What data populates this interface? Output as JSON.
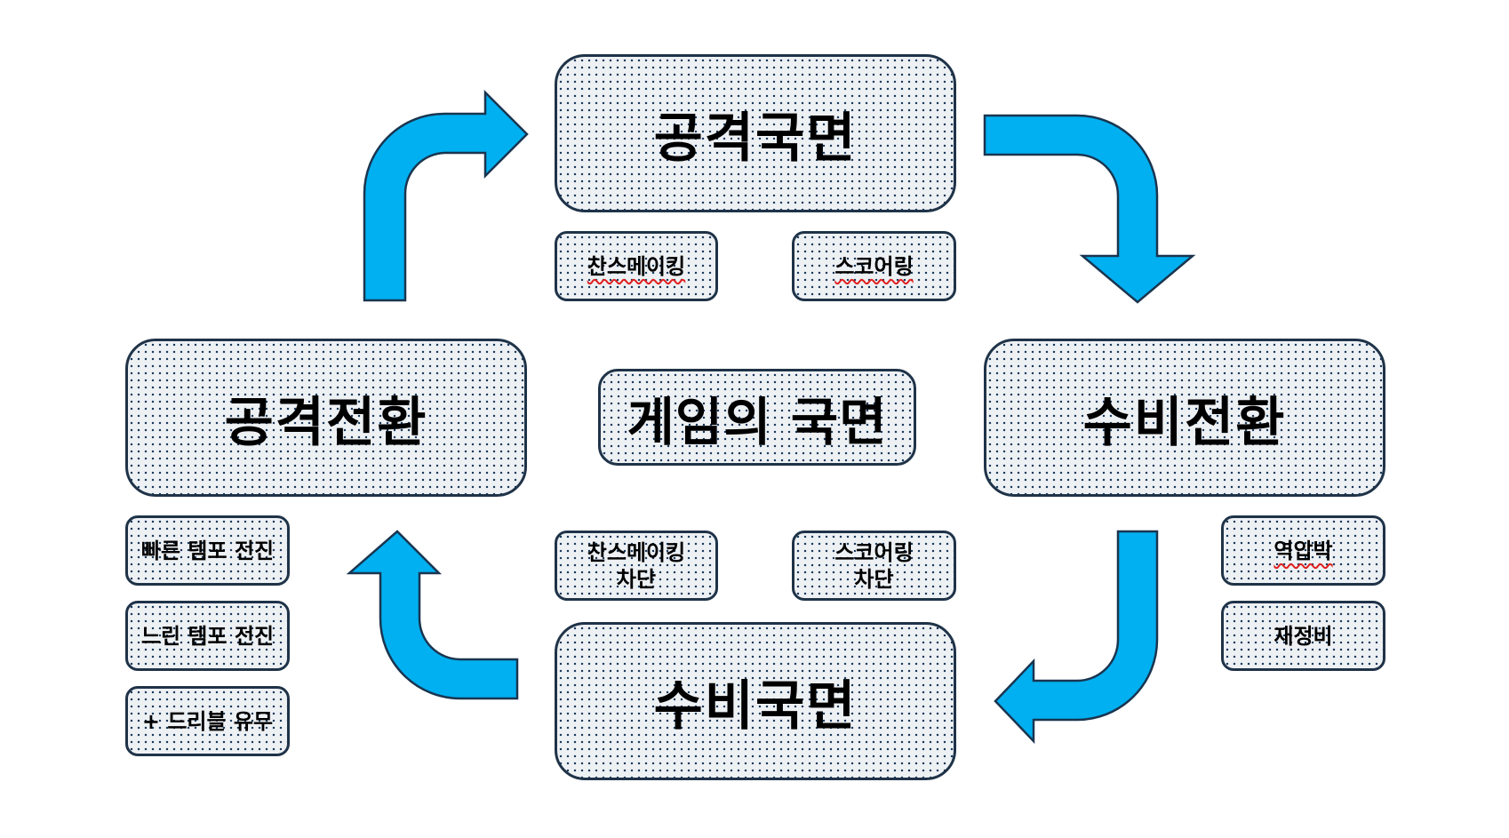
{
  "phases": {
    "attack_phase": "공격국면",
    "defense_transition": "수비전환",
    "defense_phase": "수비국면",
    "attack_transition": "공격전환"
  },
  "center_title": "게임의 국면",
  "attack_phase_tags": [
    "찬스메이킹",
    "스코어링"
  ],
  "defense_phase_tags": [
    "찬스메이킹\n차단",
    "스코어링\n차단"
  ],
  "defense_transition_tags": [
    "역압박",
    "재정비"
  ],
  "attack_transition_tags": [
    "빠른 템포 전진",
    "느린 템포 전진",
    "+ 드리블 유무"
  ],
  "colors": {
    "arrow_fill": "#00b0f0",
    "arrow_stroke": "#1a3550",
    "box_border": "#1f3348",
    "box_dots": "#1b3a5c"
  },
  "icons": [
    "cycle-arrow-right-down",
    "cycle-arrow-down-left",
    "cycle-arrow-left-up",
    "cycle-arrow-up-right"
  ]
}
